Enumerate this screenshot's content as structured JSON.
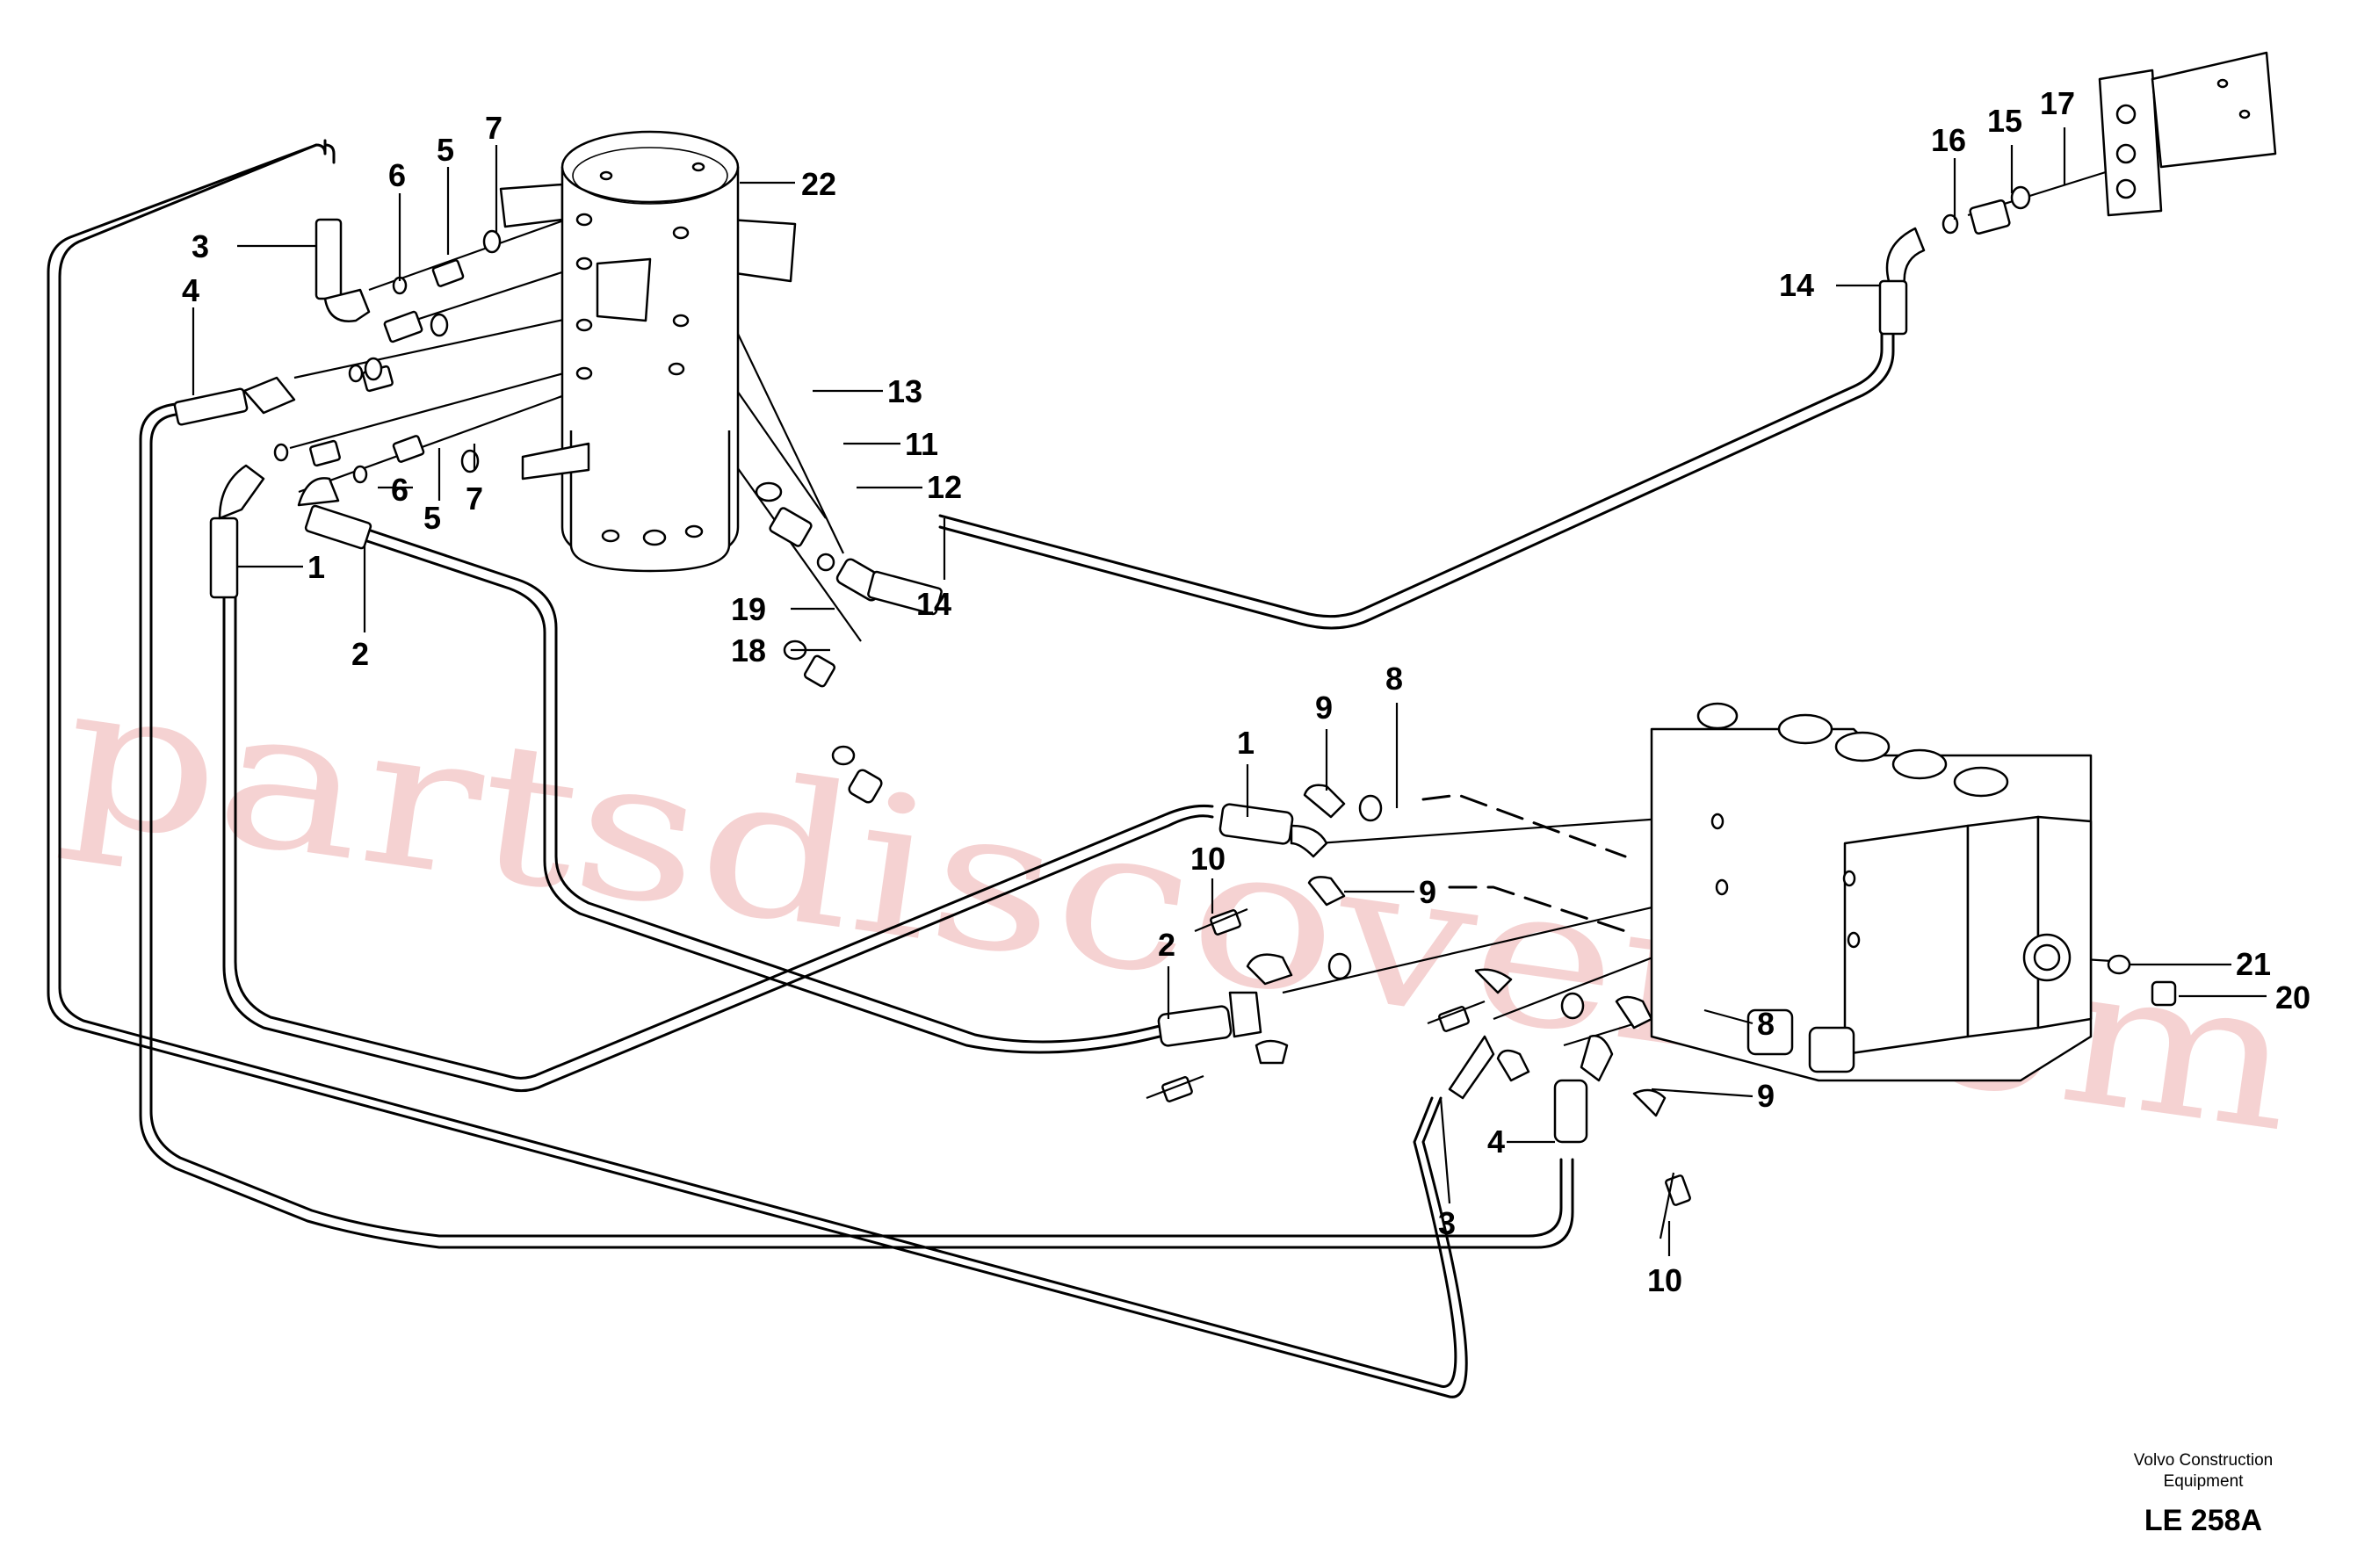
{
  "callouts": {
    "c1a": "1",
    "c1b": "1",
    "c2a": "2",
    "c2b": "2",
    "c3a": "3",
    "c3b": "3",
    "c4a": "4",
    "c4b": "4",
    "c5a": "5",
    "c5b": "5",
    "c6a": "6",
    "c6b": "6",
    "c7a": "7",
    "c7b": "7",
    "c8a": "8",
    "c8b": "8",
    "c9a": "9",
    "c9b": "9",
    "c9c": "9",
    "c10a": "10",
    "c10b": "10",
    "c11": "11",
    "c12": "12",
    "c13": "13",
    "c14a": "14",
    "c14b": "14",
    "c15": "15",
    "c16": "16",
    "c17": "17",
    "c18": "18",
    "c19": "19",
    "c20": "20",
    "c21": "21",
    "c22": "22"
  },
  "watermark": "partsdiscover.com",
  "caption": {
    "maker_line1": "Volvo Construction",
    "maker_line2": "Equipment",
    "code": "LE 258A"
  }
}
